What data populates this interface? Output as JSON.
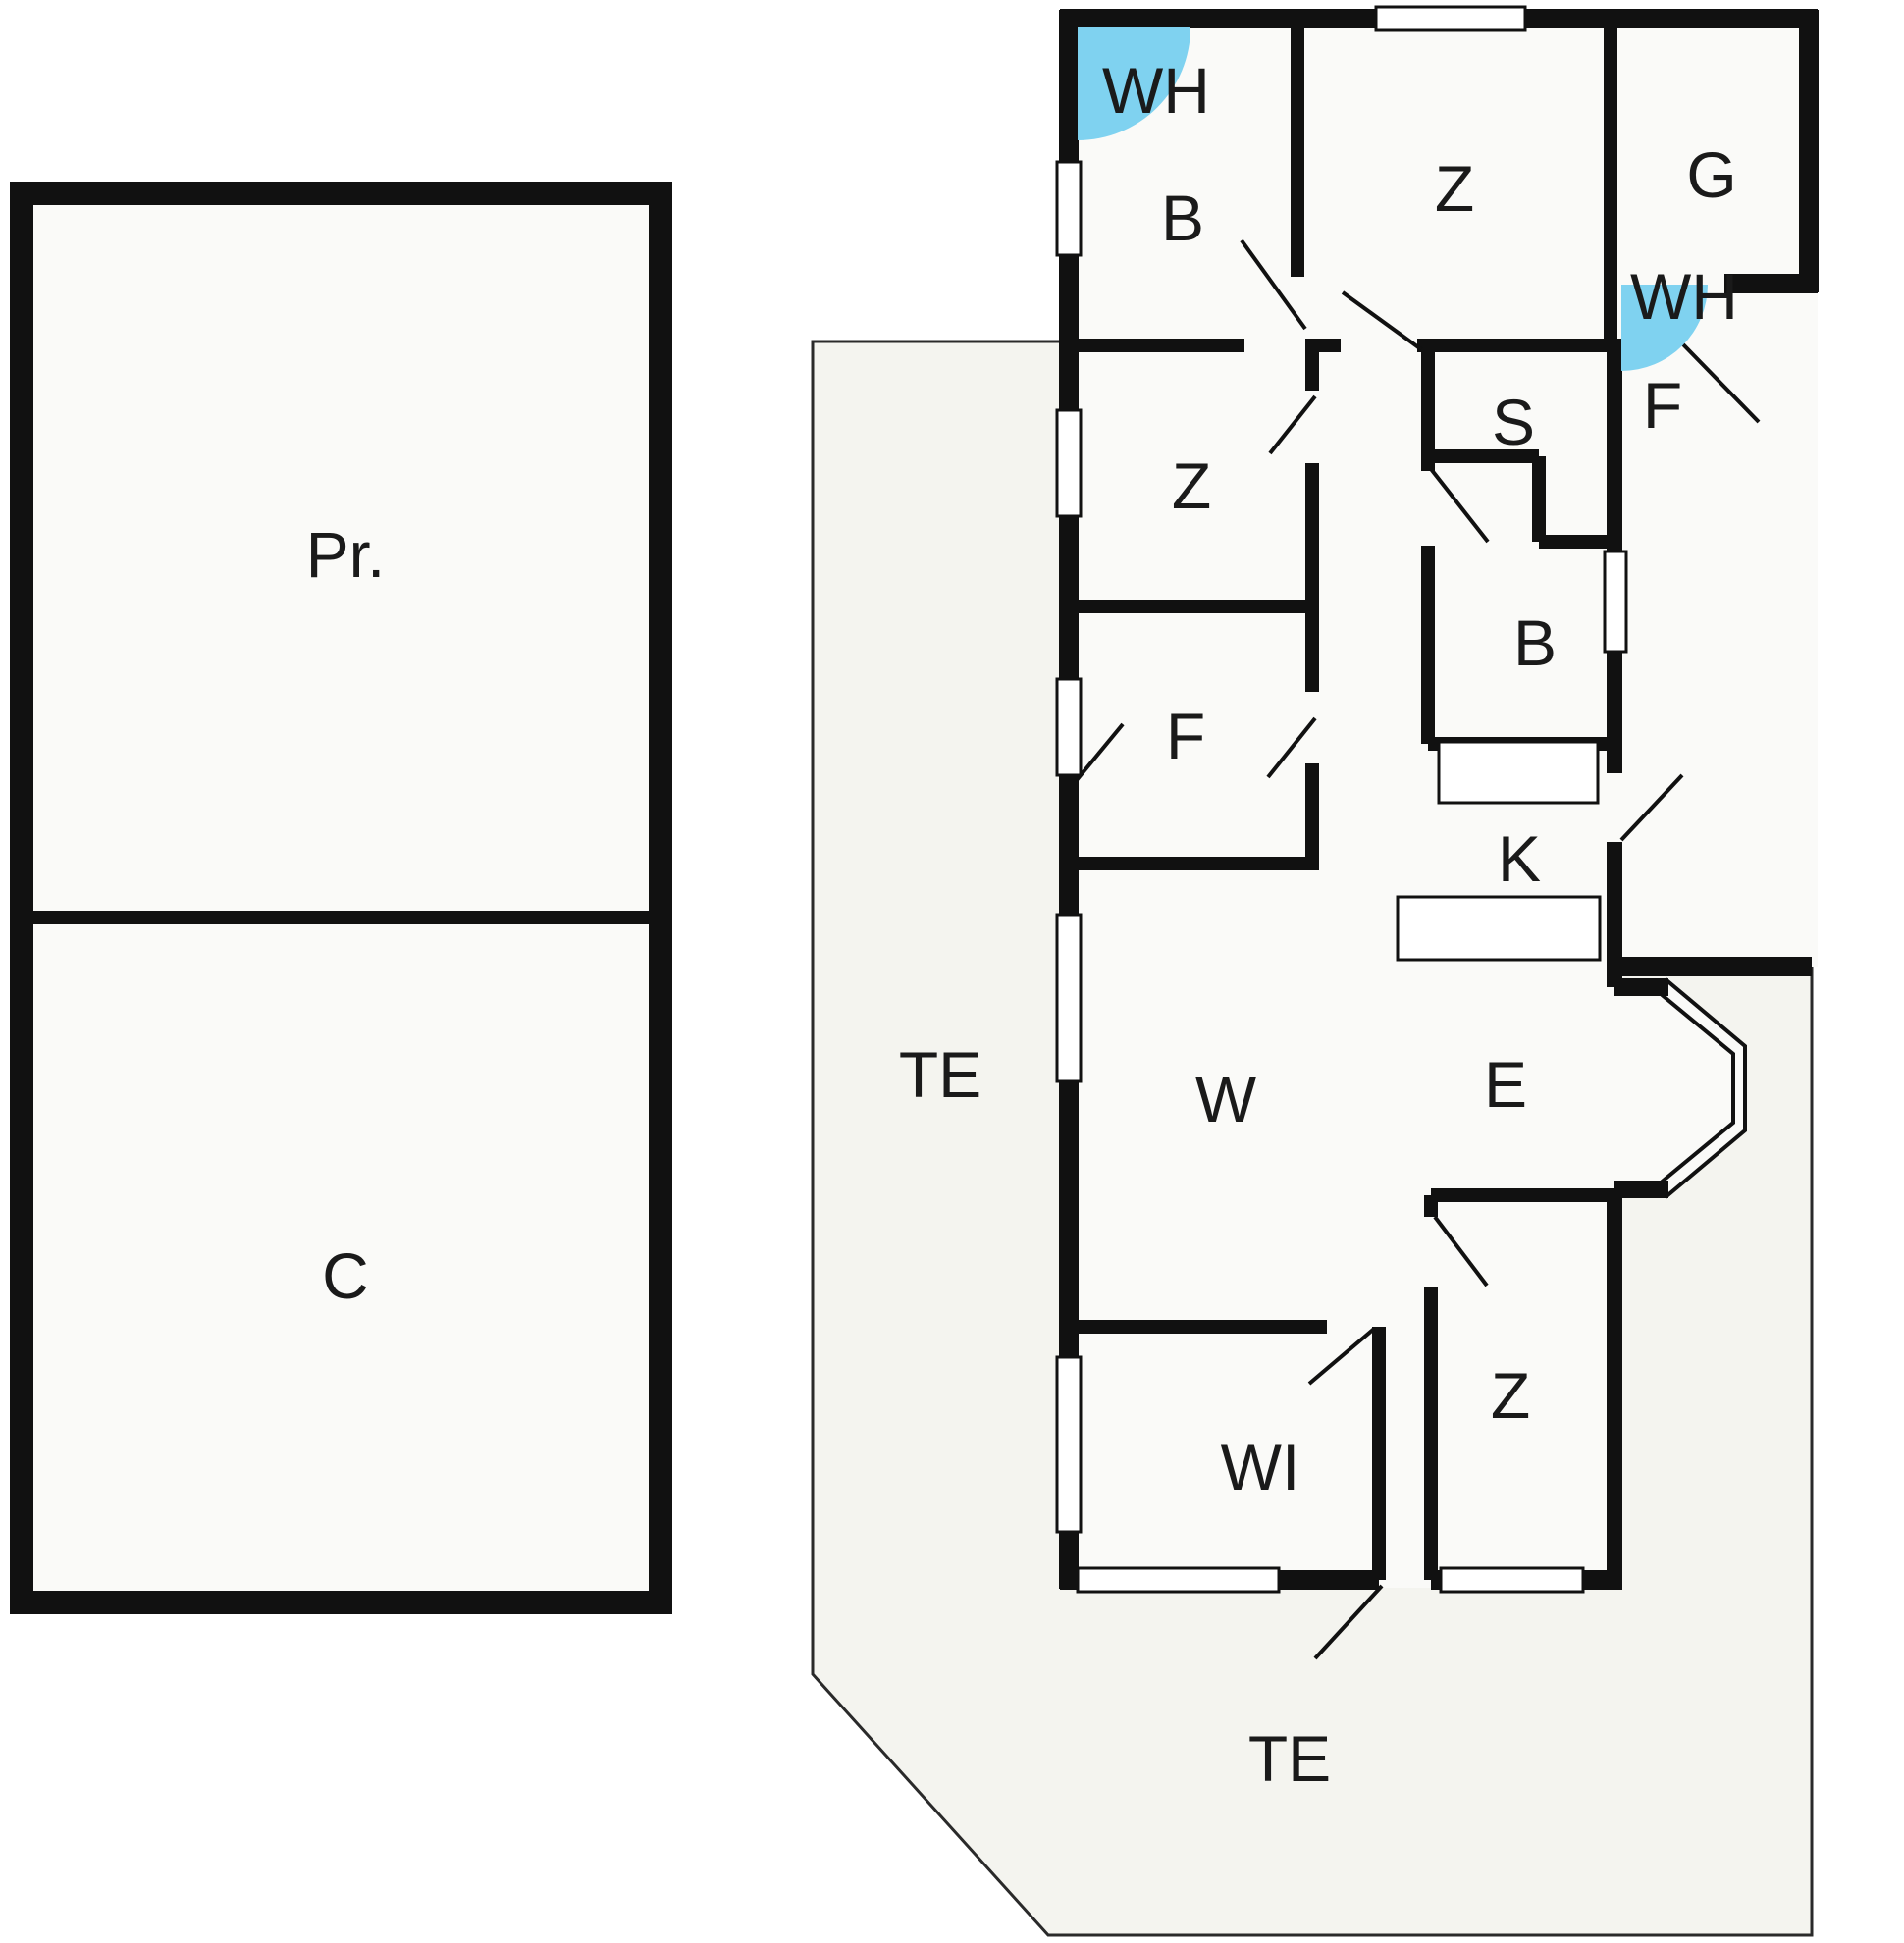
{
  "labels": {
    "pr": "Pr.",
    "c": "C",
    "wh_top": "WH",
    "b_top": "B",
    "z_top": "Z",
    "g": "G",
    "wh_entry": "WH",
    "s": "S",
    "f_hall": "F",
    "b_mid": "B",
    "z_left": "Z",
    "f_left": "F",
    "k": "K",
    "te_left": "TE",
    "w": "W",
    "e": "E",
    "z_bottom": "Z",
    "wi": "WI",
    "te_bottom": "TE"
  },
  "icons": {
    "shower_top": "quarter-circle-shower",
    "shower_entry": "quarter-circle-shower"
  },
  "colors": {
    "wall": "#111111",
    "outline": "#2a2a2a",
    "floor_house": "#fafaf8",
    "floor_terrace": "#f4f4ef",
    "shower": "#7fd2f0",
    "label": "#1a1a1a",
    "window_fill": "#ffffff"
  }
}
